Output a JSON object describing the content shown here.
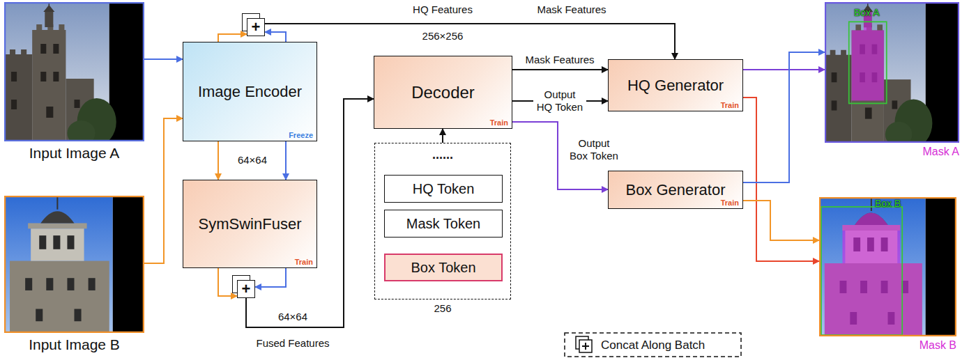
{
  "diagram": {
    "nodes": [
      {
        "text": [
          "Input Image A"
        ]
      },
      {
        "text": [
          "Input Image B"
        ]
      },
      {
        "text": [
          "Image Encoder",
          "Freeze"
        ]
      },
      {
        "text": [
          "+"
        ]
      },
      {
        "text": [
          "SymSwinFuser",
          "Train"
        ]
      },
      {
        "text": [
          "+"
        ]
      },
      {
        "text": [
          "Decoder",
          "Train"
        ]
      },
      {
        "text": [
          "......",
          "256"
        ]
      },
      {
        "text": [
          "HQ Token"
        ],
        "in": 7
      },
      {
        "text": [
          "Mask Token"
        ],
        "in": 7
      },
      {
        "text": [
          "Box Token"
        ],
        "in": 7
      },
      {
        "text": [
          "HQ Generator",
          "Train"
        ]
      },
      {
        "text": [
          "Box Generator",
          "Train"
        ]
      },
      {
        "text": [
          "Box A",
          "Mask A"
        ]
      },
      {
        "text": [
          "Box B",
          "Mask B"
        ]
      }
    ],
    "edges": [
      {
        "from": 0,
        "to": 2,
        "arrow": "to"
      },
      {
        "from": 1,
        "to": 2,
        "arrow": "to"
      },
      {
        "from": 2,
        "to": 3,
        "arrow": "to"
      },
      {
        "from": 2,
        "to": 3,
        "arrow": "to"
      },
      {
        "from": 3,
        "to": 11,
        "label": "HQ Features",
        "arrow": "to"
      },
      {
        "from": 2,
        "to": 4,
        "arrow": "to"
      },
      {
        "from": 2,
        "to": 4,
        "arrow": "to"
      },
      {
        "from": 4,
        "to": 5,
        "arrow": "to"
      },
      {
        "from": 4,
        "to": 5,
        "arrow": "to"
      },
      {
        "from": 5,
        "to": 6,
        "label": "Fused Features",
        "arrow": "to"
      },
      {
        "from": 7,
        "to": 6,
        "arrow": "to"
      },
      {
        "from": 6,
        "to": 11,
        "label": "Mask Features",
        "arrow": "to"
      },
      {
        "from": 6,
        "to": 11,
        "label": "Output HQ Token",
        "arrow": "to"
      },
      {
        "from": 6,
        "to": 12,
        "label": "Output Box Token",
        "arrow": "to"
      },
      {
        "from": 11,
        "to": 13,
        "arrow": "to"
      },
      {
        "from": 11,
        "to": 14,
        "arrow": "to"
      },
      {
        "from": 12,
        "to": 13,
        "arrow": "to"
      },
      {
        "from": 12,
        "to": 14,
        "arrow": "to"
      }
    ],
    "labels": [
      "256×256",
      "Mask Features",
      "64×64",
      "64×64"
    ],
    "legend": [
      {
        "text": "Concat Along Batch"
      }
    ]
  }
}
